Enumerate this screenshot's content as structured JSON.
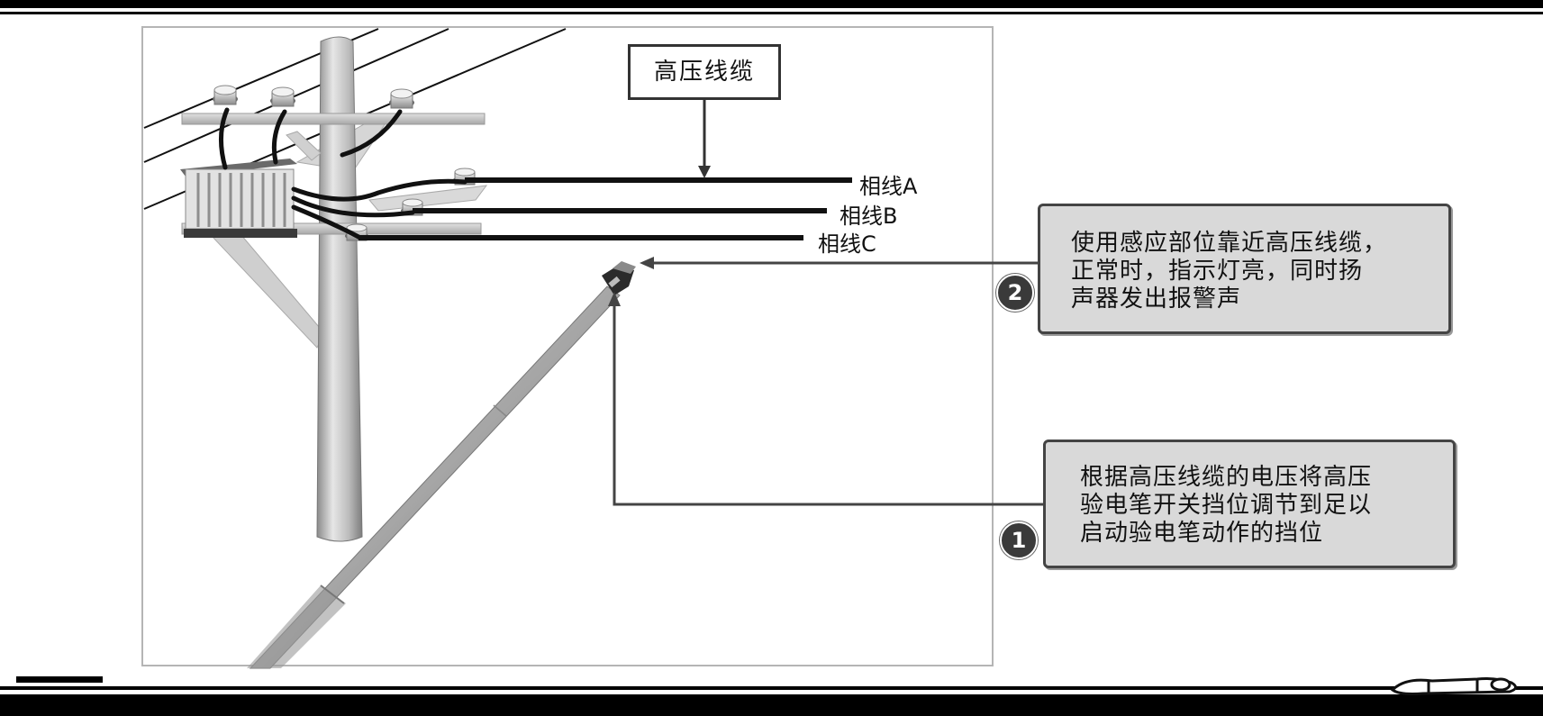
{
  "cable_label": "高压线缆",
  "phases": [
    {
      "label": "相线A"
    },
    {
      "label": "相线B"
    },
    {
      "label": "相线C"
    }
  ],
  "callouts": [
    {
      "number": "2",
      "lines": [
        "使用感应部位靠近高压线缆，",
        "正常时，指示灯亮，同时扬",
        "声器发出报警声"
      ]
    },
    {
      "number": "1",
      "lines": [
        "根据高压线缆的电压将高压",
        "验电笔开关挡位调节到足以",
        "启动验电笔动作的挡位"
      ]
    }
  ]
}
